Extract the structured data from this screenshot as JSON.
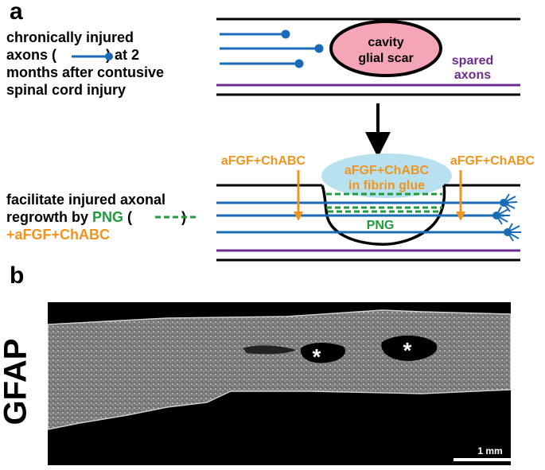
{
  "panel_a": {
    "label": "a",
    "description_top": {
      "line1": "chronically injured",
      "line2_a": "axons (",
      "line2_b": ") at 2",
      "line3": "months after contusive",
      "line4": "spinal cord injury"
    },
    "cavity_line1": "cavity",
    "cavity_line2": "glial scar",
    "spared_line1": "spared",
    "spared_line2": "axons",
    "treatment_left": "aFGF+ChABC",
    "treatment_right": "aFGF+ChABC",
    "glue_line1": "aFGF+ChABC",
    "glue_line2": "in fibrin glue",
    "png_label": "PNG",
    "description_bottom": {
      "line1": "facilitate injured axonal",
      "line2_a": "regrowth by ",
      "line2_png": "PNG",
      "line2_b": " (",
      "line2_c": ")",
      "line3": "+aFGF+ChABC"
    }
  },
  "panel_b": {
    "label": "b",
    "stain_label": "GFAP",
    "scale_bar_label": "1 mm",
    "asterisk_1": "*",
    "asterisk_2": "*"
  },
  "colors": {
    "axon_blue": "#1a6bb6",
    "png_green": "#1f9a3c",
    "treatment_orange": "#f0941d",
    "spared_purple": "#6a2c91",
    "cavity_pink": "#f4a6b6",
    "glue_cyan": "#b7e1ef"
  }
}
